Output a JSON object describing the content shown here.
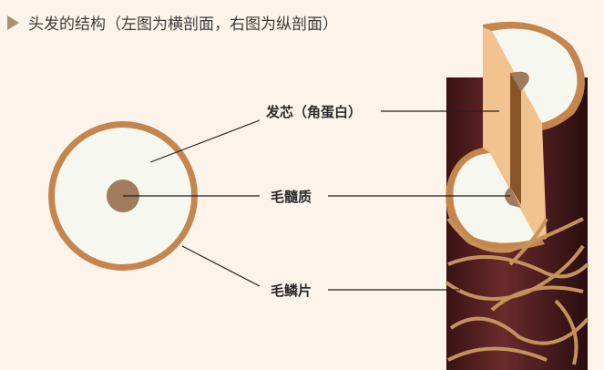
{
  "title": "头发的结构（左图为横剖面，右图为纵剖面）",
  "labels": {
    "cortex": "发芯（角蛋白）",
    "medulla": "毛髓质",
    "cuticle": "毛鳞片"
  },
  "colors": {
    "background": "#fcf4ea",
    "cuticle_ring": "#c4864e",
    "cortex_fill": "#f6f8ef",
    "medulla": "#a07b5f",
    "shaft": "#4a1c1e",
    "cut_face": "#f2c38e"
  }
}
